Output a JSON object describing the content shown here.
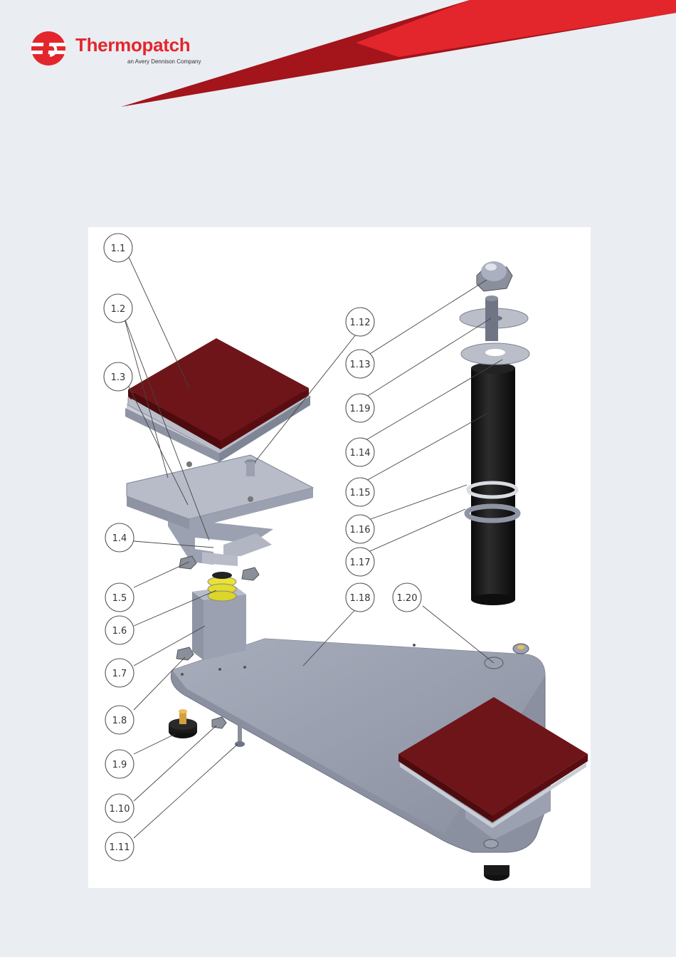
{
  "header": {
    "brand_name": "Thermopatch",
    "brand_tagline": "an Avery Dennison Company",
    "logo_icon": "thermopatch-logo-icon",
    "colors": {
      "brand_red": "#e3262c",
      "dark_red": "#a3141b",
      "background": "#eaedf2"
    }
  },
  "drawing": {
    "callouts": [
      {
        "id": "c1",
        "label": "1.1"
      },
      {
        "id": "c2",
        "label": "1.2"
      },
      {
        "id": "c3",
        "label": "1.3"
      },
      {
        "id": "c4",
        "label": "1.4"
      },
      {
        "id": "c5",
        "label": "1.5"
      },
      {
        "id": "c6",
        "label": "1.6"
      },
      {
        "id": "c7",
        "label": "1.7"
      },
      {
        "id": "c8",
        "label": "1.8"
      },
      {
        "id": "c9",
        "label": "1.9"
      },
      {
        "id": "c10",
        "label": "1.10"
      },
      {
        "id": "c11",
        "label": "1.11"
      },
      {
        "id": "c12",
        "label": "1.12"
      },
      {
        "id": "c13",
        "label": "1.13"
      },
      {
        "id": "c14",
        "label": "1.19"
      },
      {
        "id": "c15",
        "label": "1.14"
      },
      {
        "id": "c16",
        "label": "1.15"
      },
      {
        "id": "c17",
        "label": "1.16"
      },
      {
        "id": "c18",
        "label": "1.17"
      },
      {
        "id": "c19",
        "label": "1.18"
      },
      {
        "id": "c20",
        "label": "1.20"
      }
    ]
  }
}
